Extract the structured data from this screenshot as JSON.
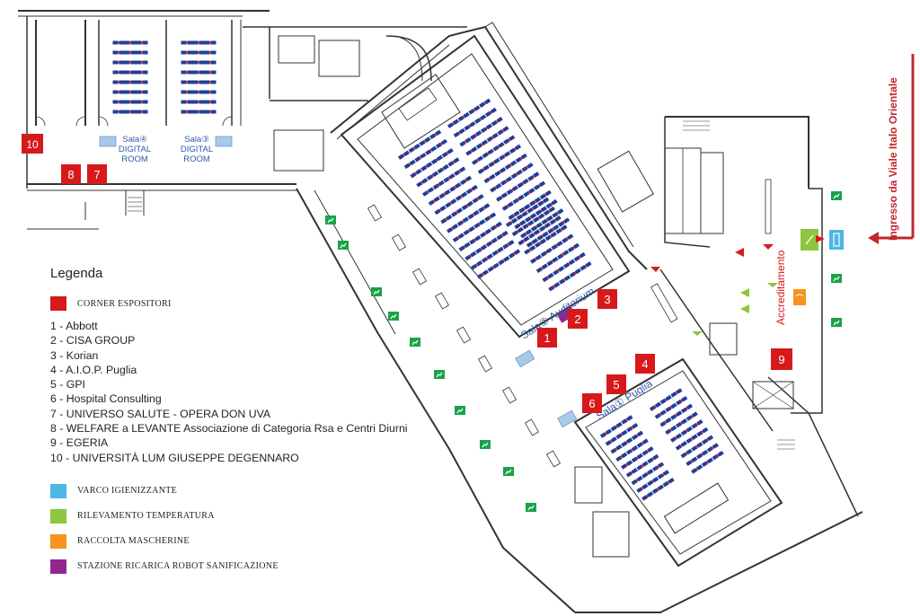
{
  "colors": {
    "corner": "#d7191c",
    "varco": "#4db6e6",
    "rilevamento": "#8dc63f",
    "mascherine": "#f7941d",
    "robot": "#92278f",
    "seat": "#1f3f99",
    "exit": "#1ba24a",
    "wall": "#333333"
  },
  "legend": {
    "title": "Legenda",
    "corner_label": "CORNER ESPOSITORI",
    "exhibitors": [
      "1 - Abbott",
      "2 - CISA GROUP",
      "3 - Korian",
      "4 - A.I.O.P. Puglia",
      "5 - GPI",
      "6 - Hospital Consulting",
      "7 - UNIVERSO SALUTE - OPERA DON UVA",
      "8 - WELFARE a LEVANTE Associazione di Categoria Rsa e Centri Diurni",
      "9 - EGERIA",
      "10 - UNIVERSITÀ LUM GIUSEPPE DEGENNARO"
    ],
    "varco_label": "VARCO IGIENIZZANTE",
    "rilevamento_label": "RILEVAMENTO TEMPERATURA",
    "mascherine_label": "RACCOLTA MASCHERINE",
    "robot_label": "STAZIONE RICARICA ROBOT SANIFICAZIONE"
  },
  "rooms": {
    "sala4": "Sala④",
    "sala3": "Sala③",
    "digital_room_1": "DIGITAL",
    "digital_room_2": "ROOM",
    "sala2": "Sala② Auditorium",
    "sala1": "Sala① Puglia"
  },
  "entrance": {
    "label": "Ingresso da Viale Italo Orientale",
    "accreditamento": "Accreditamento"
  },
  "booths": [
    "1",
    "2",
    "3",
    "4",
    "5",
    "6",
    "7",
    "8",
    "9",
    "10"
  ]
}
